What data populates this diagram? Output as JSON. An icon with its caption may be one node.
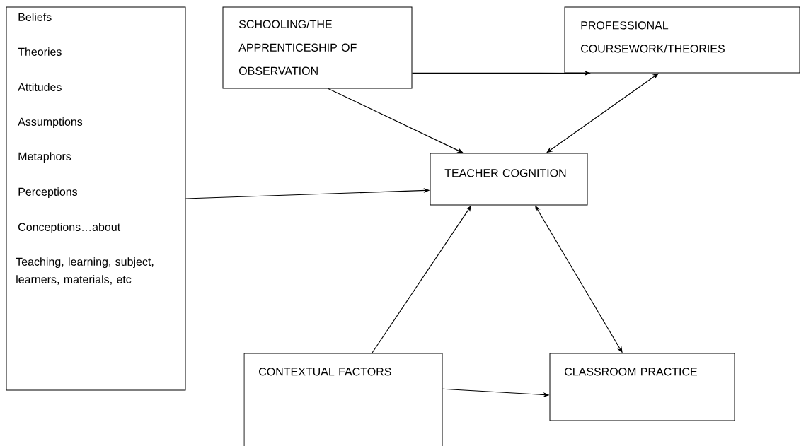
{
  "diagram": {
    "nodes": [
      {
        "text": [
          "Beliefs",
          "Theories",
          "Attitudes",
          "Assumptions",
          "Metaphors",
          "Perceptions",
          "Conceptions…about",
          "Teaching, learning, subject, learners, materials, etc"
        ]
      },
      {
        "text": [
          "SCHOOLING/THE APPRENTICESHIP OF OBSERVATION"
        ]
      },
      {
        "text": [
          "PROFESSIONAL COURSEWORK/THEORIES"
        ]
      },
      {
        "text": [
          "TEACHER COGNITION"
        ]
      },
      {
        "text": [
          "CONTEXTUAL FACTORS"
        ]
      },
      {
        "text": [
          "CLASSROOM PRACTICE"
        ]
      }
    ],
    "edges": [
      {
        "from": 1,
        "to": 2,
        "arrow": "to"
      },
      {
        "from": 1,
        "to": 3,
        "arrow": "to"
      },
      {
        "from": 0,
        "to": 3,
        "arrow": "to"
      },
      {
        "from": 2,
        "to": 3,
        "arrow": "both"
      },
      {
        "from": 4,
        "to": 3,
        "arrow": "to"
      },
      {
        "from": 3,
        "to": 5,
        "arrow": "both"
      },
      {
        "from": 4,
        "to": 5,
        "arrow": "to"
      }
    ]
  }
}
